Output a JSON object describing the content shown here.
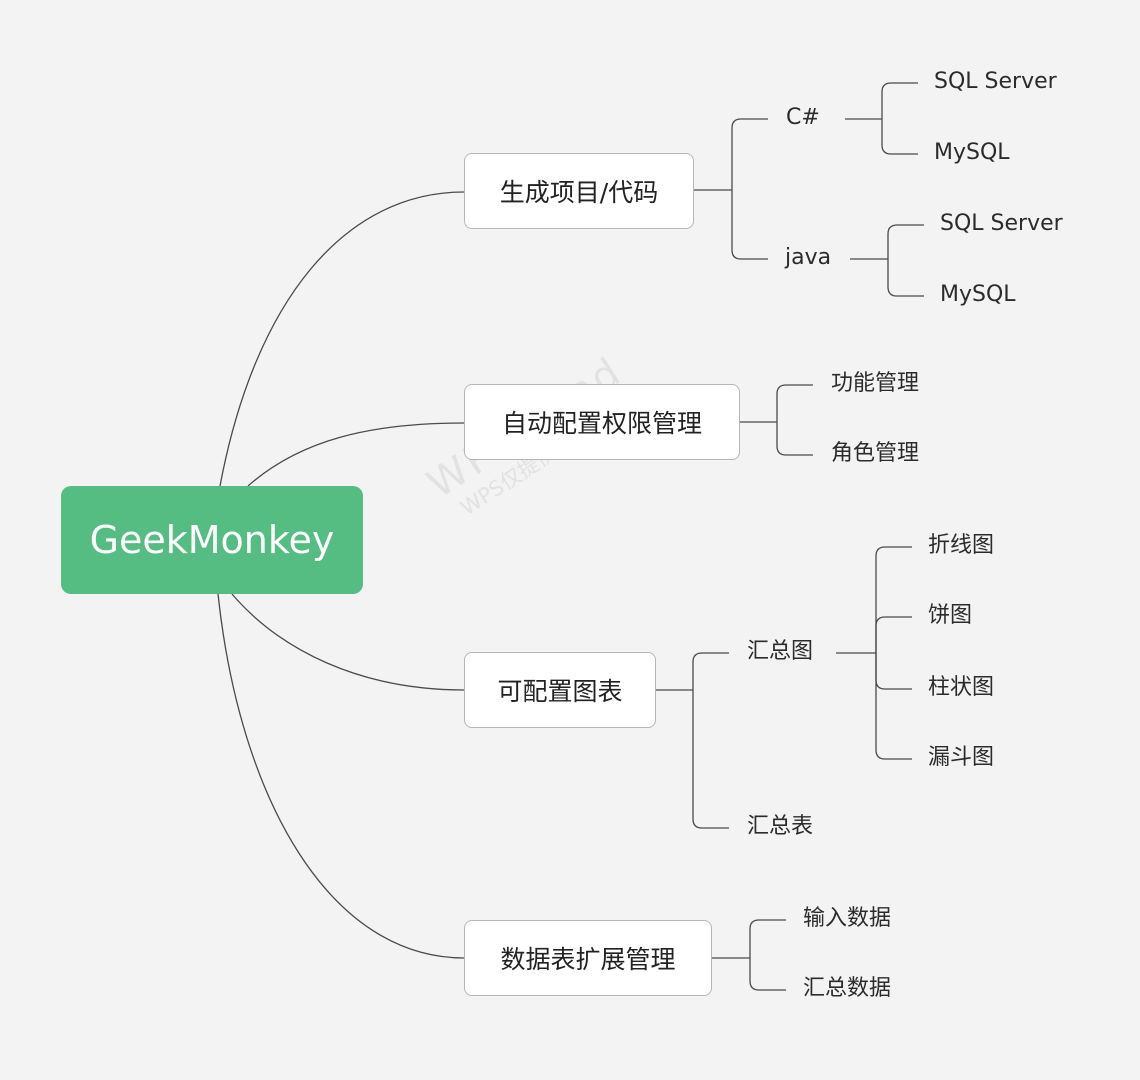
{
  "mindmap": {
    "root": {
      "label": "GeekMonkey",
      "color": "#55bd82"
    },
    "branches": [
      {
        "label": "生成项目/代码",
        "children": [
          {
            "label": "C#",
            "children": [
              {
                "label": "SQL Server"
              },
              {
                "label": "MySQL"
              }
            ]
          },
          {
            "label": "java",
            "children": [
              {
                "label": "SQL Server"
              },
              {
                "label": "MySQL"
              }
            ]
          }
        ]
      },
      {
        "label": "自动配置权限管理",
        "children": [
          {
            "label": "功能管理"
          },
          {
            "label": "角色管理"
          }
        ]
      },
      {
        "label": "可配置图表",
        "children": [
          {
            "label": "汇总图",
            "children": [
              {
                "label": "折线图"
              },
              {
                "label": "饼图"
              },
              {
                "label": "柱状图"
              },
              {
                "label": "漏斗图"
              }
            ]
          },
          {
            "label": "汇总表"
          }
        ]
      },
      {
        "label": "数据表扩展管理",
        "children": [
          {
            "label": "输入数据"
          },
          {
            "label": "汇总数据"
          }
        ]
      }
    ]
  },
  "watermark": {
    "line1": "WPS Mind",
    "line2": "WPS仅提供作图能力"
  }
}
